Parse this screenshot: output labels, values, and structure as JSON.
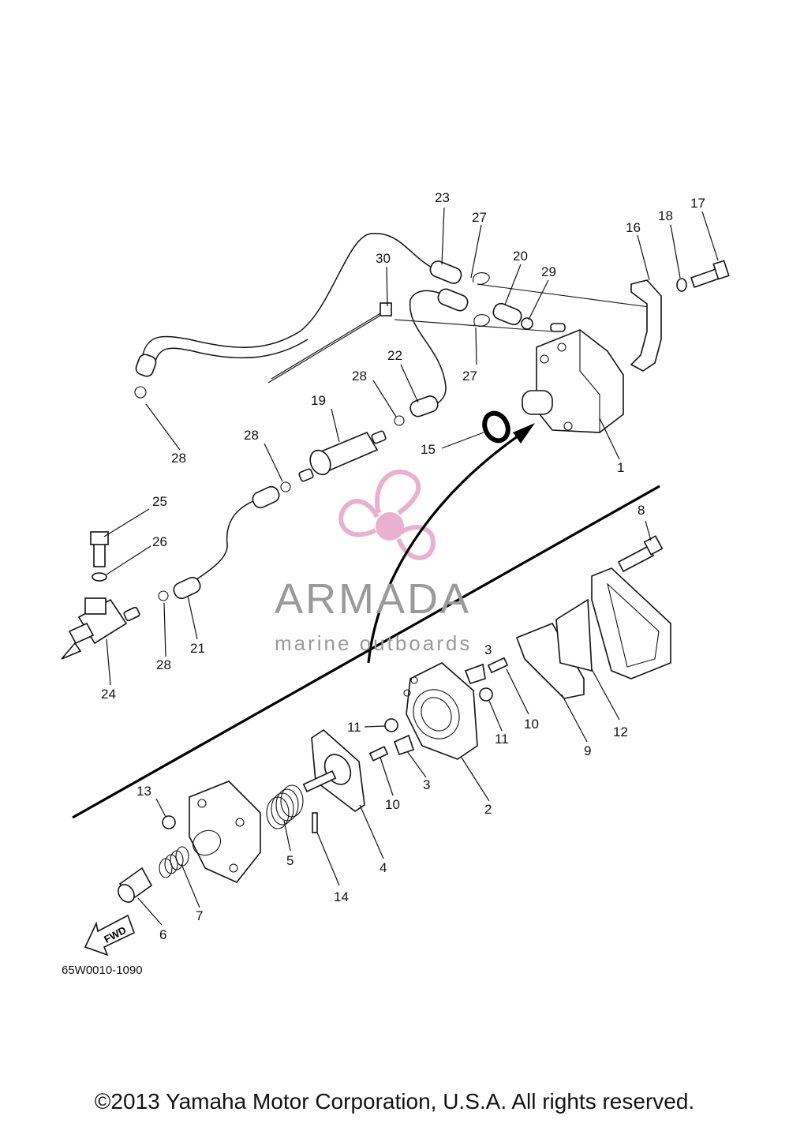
{
  "figure_code": "65W0010-1090",
  "copyright": "©2013 Yamaha Motor Corporation, U.S.A. All rights reserved.",
  "watermark": {
    "name": "ARMADA",
    "tagline": "marine outboards",
    "accent_color": "#e6a3c8",
    "icon": "propeller-logo-icon"
  },
  "direction_marker": {
    "label": "FWD",
    "icon": "fwd-arrow-icon"
  },
  "callouts": {
    "c1": "1",
    "c2": "2",
    "c3a": "3",
    "c3b": "3",
    "c4": "4",
    "c5": "5",
    "c6": "6",
    "c7": "7",
    "c8": "8",
    "c9": "9",
    "c10a": "10",
    "c10b": "10",
    "c11a": "11",
    "c11b": "11",
    "c12": "12",
    "c13": "13",
    "c14": "14",
    "c15": "15",
    "c16": "16",
    "c17": "17",
    "c18": "18",
    "c19": "19",
    "c20": "20",
    "c21": "21",
    "c22": "22",
    "c23": "23",
    "c24": "24",
    "c25": "25",
    "c26": "26",
    "c27a": "27",
    "c27b": "27",
    "c28a": "28",
    "c28b": "28",
    "c28c": "28",
    "c28d": "28",
    "c29": "29",
    "c30": "30"
  }
}
